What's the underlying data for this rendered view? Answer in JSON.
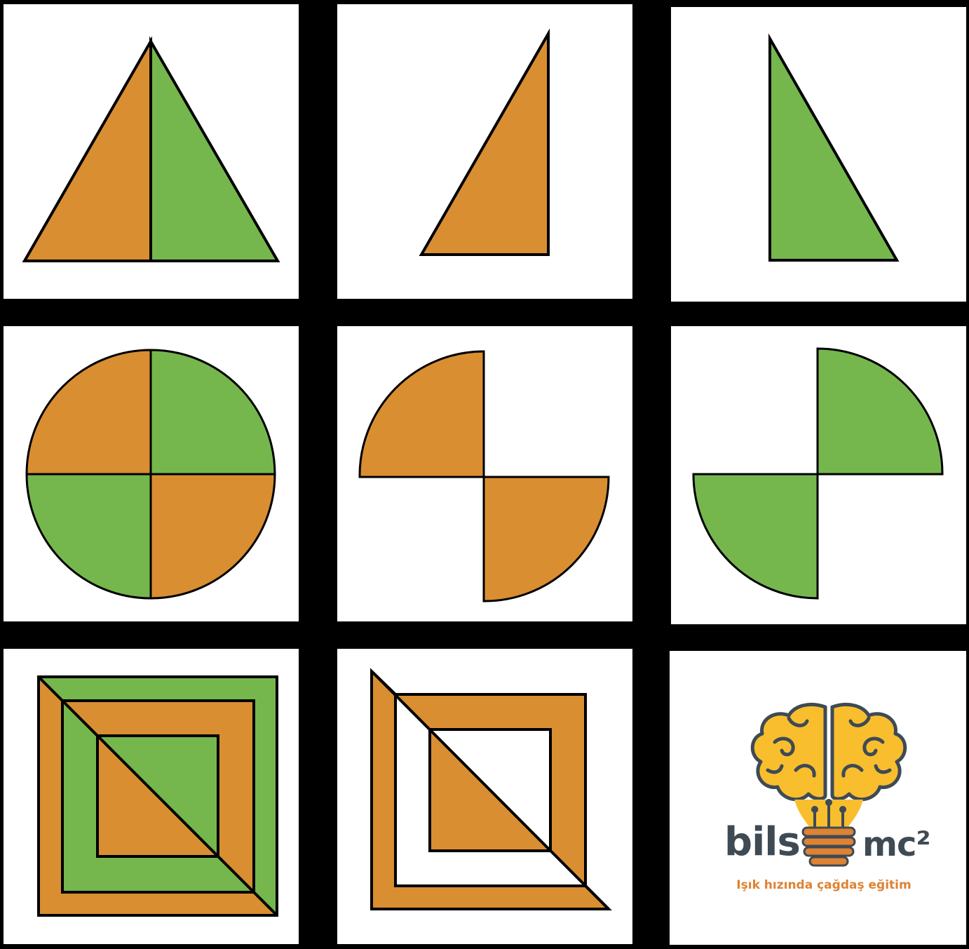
{
  "colors": {
    "orange": "#D98E32",
    "green": "#75B74D",
    "outline": "#000000",
    "cell_background": "#FFFFFF",
    "grid_background": "#000000",
    "logo_brain": "#F8BE2E",
    "logo_dark": "#3E4A54",
    "logo_accent": "#DE8233"
  },
  "puzzle": {
    "cells": [
      {
        "row": 1,
        "col": 1,
        "figure": "triangle split vertically",
        "colors": [
          "orange",
          "green"
        ]
      },
      {
        "row": 1,
        "col": 2,
        "figure": "right triangle",
        "colors": [
          "orange"
        ]
      },
      {
        "row": 1,
        "col": 3,
        "figure": "right triangle",
        "colors": [
          "green"
        ]
      },
      {
        "row": 2,
        "col": 1,
        "figure": "circle in four quarters",
        "colors": [
          "orange",
          "green",
          "green",
          "orange"
        ]
      },
      {
        "row": 2,
        "col": 2,
        "figure": "two opposite quarter circles",
        "colors": [
          "orange",
          "orange"
        ]
      },
      {
        "row": 2,
        "col": 3,
        "figure": "two opposite quarter circles",
        "colors": [
          "green",
          "green"
        ]
      },
      {
        "row": 3,
        "col": 1,
        "figure": "nested square frames split diagonally",
        "colors": [
          "green",
          "orange"
        ]
      },
      {
        "row": 3,
        "col": 2,
        "figure": "nested square frames split diagonally",
        "colors": [
          "orange",
          "white"
        ]
      },
      {
        "row": 3,
        "col": 3,
        "figure": "logo",
        "colors": []
      }
    ]
  },
  "logo": {
    "brand_left": "bils",
    "brand_right": "mc²",
    "tagline": "Işık hızında çağdaş eğitim",
    "icon": "brain-lightbulb-icon"
  }
}
